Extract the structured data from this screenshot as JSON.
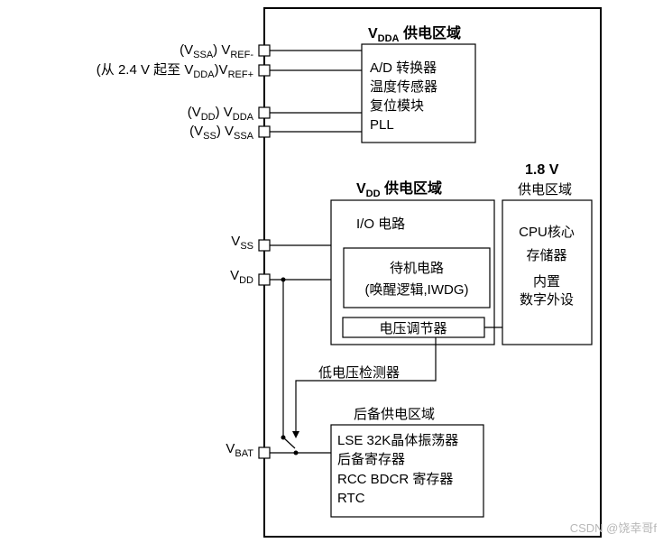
{
  "pins": {
    "vref_minus": {
      "prefix": "(V",
      "prefix_sub": "SSA",
      "mid": ") V",
      "name_sub": "REF-"
    },
    "vref_plus": {
      "prefix": "(从 2.4 V 起至 V",
      "prefix_sub": "DDA",
      "mid": ")V",
      "name_sub": "REF+"
    },
    "vdda": {
      "prefix": "(V",
      "prefix_sub": "DD",
      "mid": ")  V",
      "name_sub": "DDA"
    },
    "vssa": {
      "prefix": "(V",
      "prefix_sub": "SS",
      "mid": ")  V",
      "name_sub": "SSA"
    },
    "vss": {
      "name": "V",
      "name_sub": "SS"
    },
    "vdd": {
      "name": "V",
      "name_sub": "DD"
    },
    "vbat": {
      "name": "V",
      "name_sub": "BAT"
    }
  },
  "vdda_domain": {
    "title_main": "V",
    "title_sub": "DDA",
    "title_rest": " 供电区域",
    "items": [
      "A/D 转换器",
      "温度传感器",
      "复位模块",
      "PLL"
    ]
  },
  "vdd_domain": {
    "title_main": "V",
    "title_sub": "DD",
    "title_rest": " 供电区域",
    "io_label": "I/O 电路",
    "standby_line1": "待机电路",
    "standby_line2": "(唤醒逻辑,IWDG)",
    "regulator": "电压调节器"
  },
  "core_domain": {
    "title_line1": "1.8 V",
    "title_line2": "供电区域",
    "items": [
      "CPU核心",
      "存储器",
      "内置",
      "数字外设"
    ]
  },
  "low_voltage_detector": "低电压检测器",
  "backup_domain": {
    "title": "后备供电区域",
    "items": [
      "LSE  32K晶体振荡器",
      "后备寄存器",
      "RCC BDCR 寄存器",
      "RTC"
    ]
  },
  "watermark": "CSDN @饶幸哥f"
}
